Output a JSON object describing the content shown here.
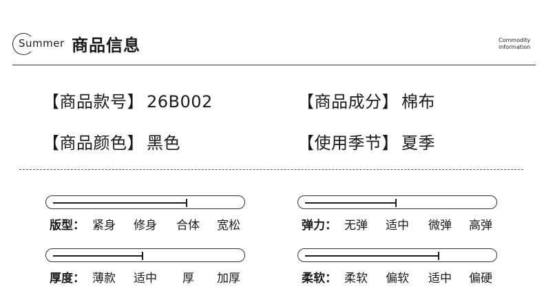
{
  "header": {
    "badge": "Summer",
    "title": "商品信息",
    "subtitle_line1": "Commodity",
    "subtitle_line2": "information"
  },
  "info": [
    {
      "label": "【商品款号】",
      "value": "26B002"
    },
    {
      "label": "【商品成分】",
      "value": "棉布"
    },
    {
      "label": "【商品颜色】",
      "value": "黑色"
    },
    {
      "label": "【使用季节】",
      "value": "夏季"
    }
  ],
  "scales": [
    {
      "name": "版型：",
      "options": [
        "紧身",
        "修身",
        "合体",
        "宽松"
      ],
      "level": 0.72
    },
    {
      "name": "弹力：",
      "options": [
        "无弹",
        "适中",
        "微弹",
        "高弹"
      ],
      "level": 0.49
    },
    {
      "name": "厚度：",
      "options": [
        "薄款",
        "适中",
        "厚",
        "加厚"
      ],
      "level": 0.48
    },
    {
      "name": "柔软：",
      "options": [
        "柔软",
        "偏软",
        "适中",
        "偏硬"
      ],
      "level": 0.72
    }
  ]
}
